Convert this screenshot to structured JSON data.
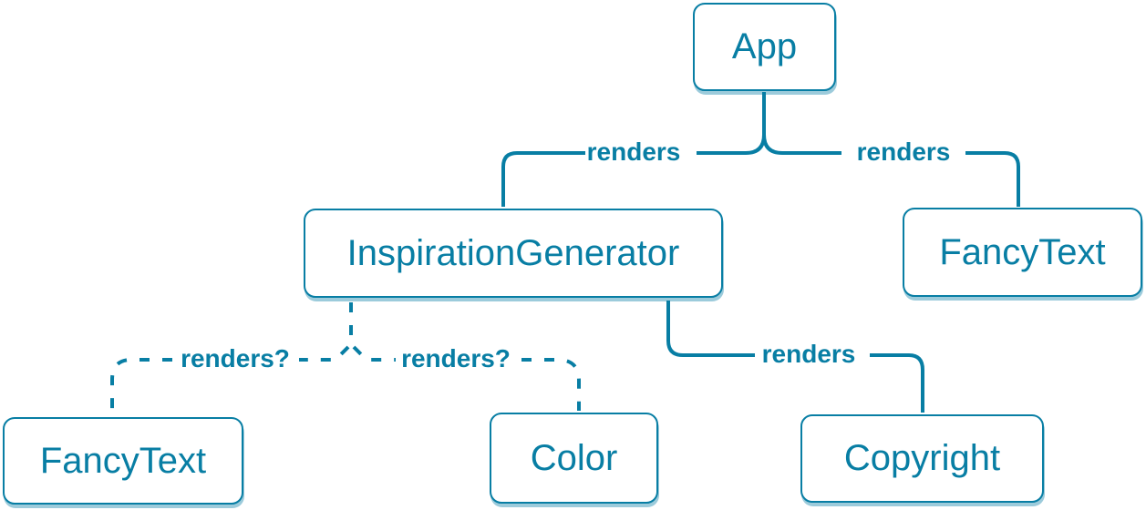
{
  "diagram": {
    "type": "component-render-tree",
    "accent_color": "#087ea4",
    "node_background_color": "#ffffff",
    "nodes": [
      {
        "id": "app",
        "label": "App"
      },
      {
        "id": "inspiration-generator",
        "label": "InspirationGenerator"
      },
      {
        "id": "fancy-text-top",
        "label": "FancyText"
      },
      {
        "id": "fancy-text-bottom",
        "label": "FancyText"
      },
      {
        "id": "color",
        "label": "Color"
      },
      {
        "id": "copyright",
        "label": "Copyright"
      }
    ],
    "edges": [
      {
        "from": "App",
        "to": "InspirationGenerator",
        "label": "renders",
        "style": "solid"
      },
      {
        "from": "App",
        "to": "FancyText",
        "label": "renders",
        "style": "solid"
      },
      {
        "from": "InspirationGenerator",
        "to": "FancyText",
        "label": "renders?",
        "style": "dashed"
      },
      {
        "from": "InspirationGenerator",
        "to": "Color",
        "label": "renders?",
        "style": "dashed"
      },
      {
        "from": "InspirationGenerator",
        "to": "Copyright",
        "label": "renders",
        "style": "solid"
      }
    ]
  }
}
